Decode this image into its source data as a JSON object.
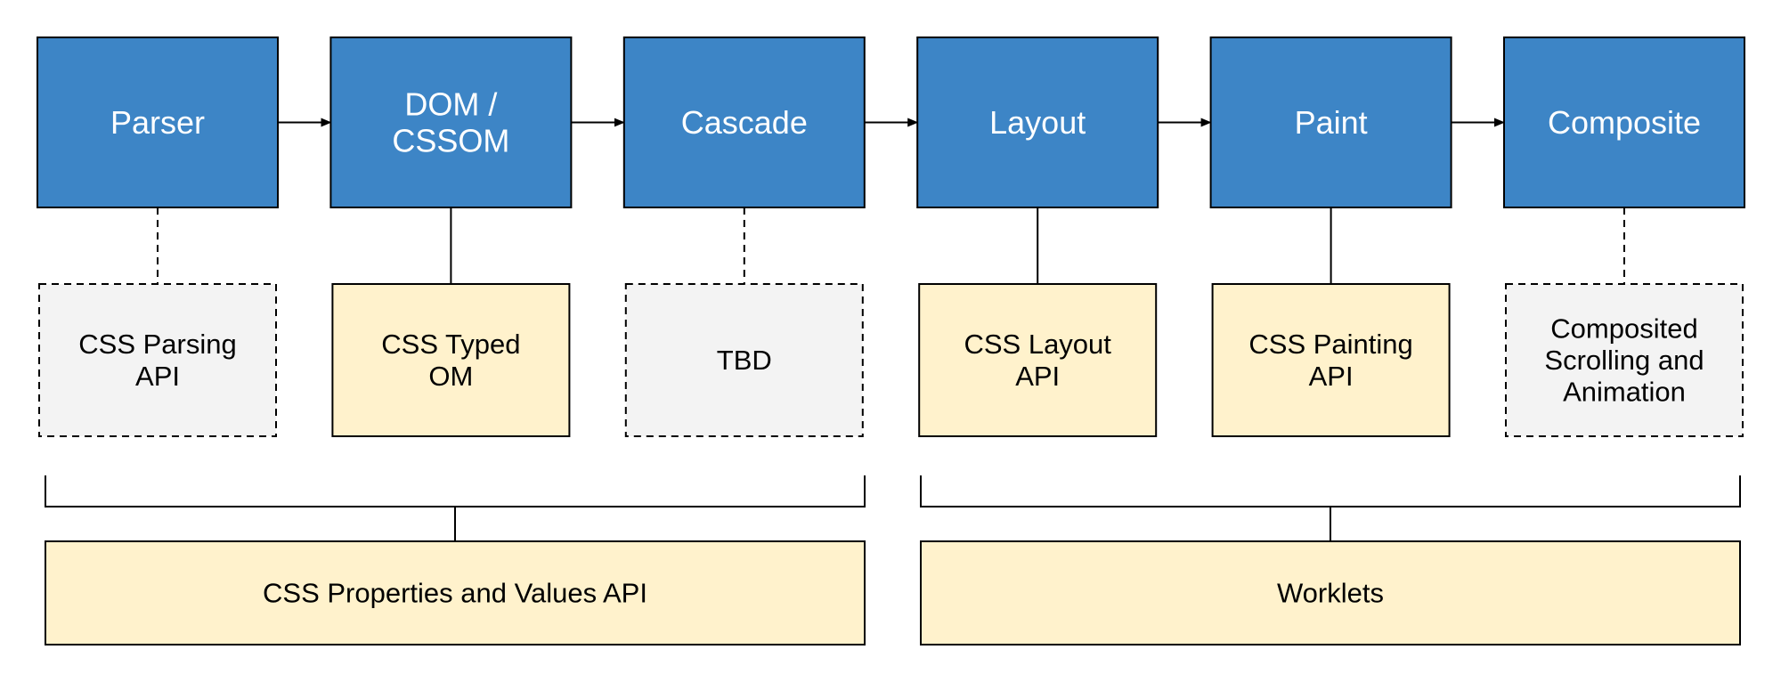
{
  "colors": {
    "stage_fill": "#3d85c6",
    "api_fill": "#fff2cc",
    "tbd_fill": "#f3f3f3",
    "stroke": "#000000",
    "stage_text": "#ffffff"
  },
  "pipeline": [
    {
      "id": "parser",
      "label": [
        "Parser"
      ],
      "api": {
        "label": [
          "CSS Parsing",
          "API"
        ],
        "status": "proposed"
      }
    },
    {
      "id": "dom",
      "label": [
        "DOM /",
        "CSSOM"
      ],
      "api": {
        "label": [
          "CSS Typed",
          "OM"
        ],
        "status": "specified"
      }
    },
    {
      "id": "cascade",
      "label": [
        "Cascade"
      ],
      "api": {
        "label": [
          "TBD"
        ],
        "status": "proposed"
      }
    },
    {
      "id": "layout",
      "label": [
        "Layout"
      ],
      "api": {
        "label": [
          "CSS Layout",
          "API"
        ],
        "status": "specified"
      }
    },
    {
      "id": "paint",
      "label": [
        "Paint"
      ],
      "api": {
        "label": [
          "CSS Painting",
          "API"
        ],
        "status": "specified"
      }
    },
    {
      "id": "composite",
      "label": [
        "Composite"
      ],
      "api": {
        "label": [
          "Composited",
          "Scrolling and",
          "Animation"
        ],
        "status": "proposed"
      }
    }
  ],
  "groups": [
    {
      "id": "properties-values",
      "label": "CSS Properties and Values API",
      "span": [
        0,
        2
      ]
    },
    {
      "id": "worklets",
      "label": "Worklets",
      "span": [
        3,
        5
      ]
    }
  ]
}
